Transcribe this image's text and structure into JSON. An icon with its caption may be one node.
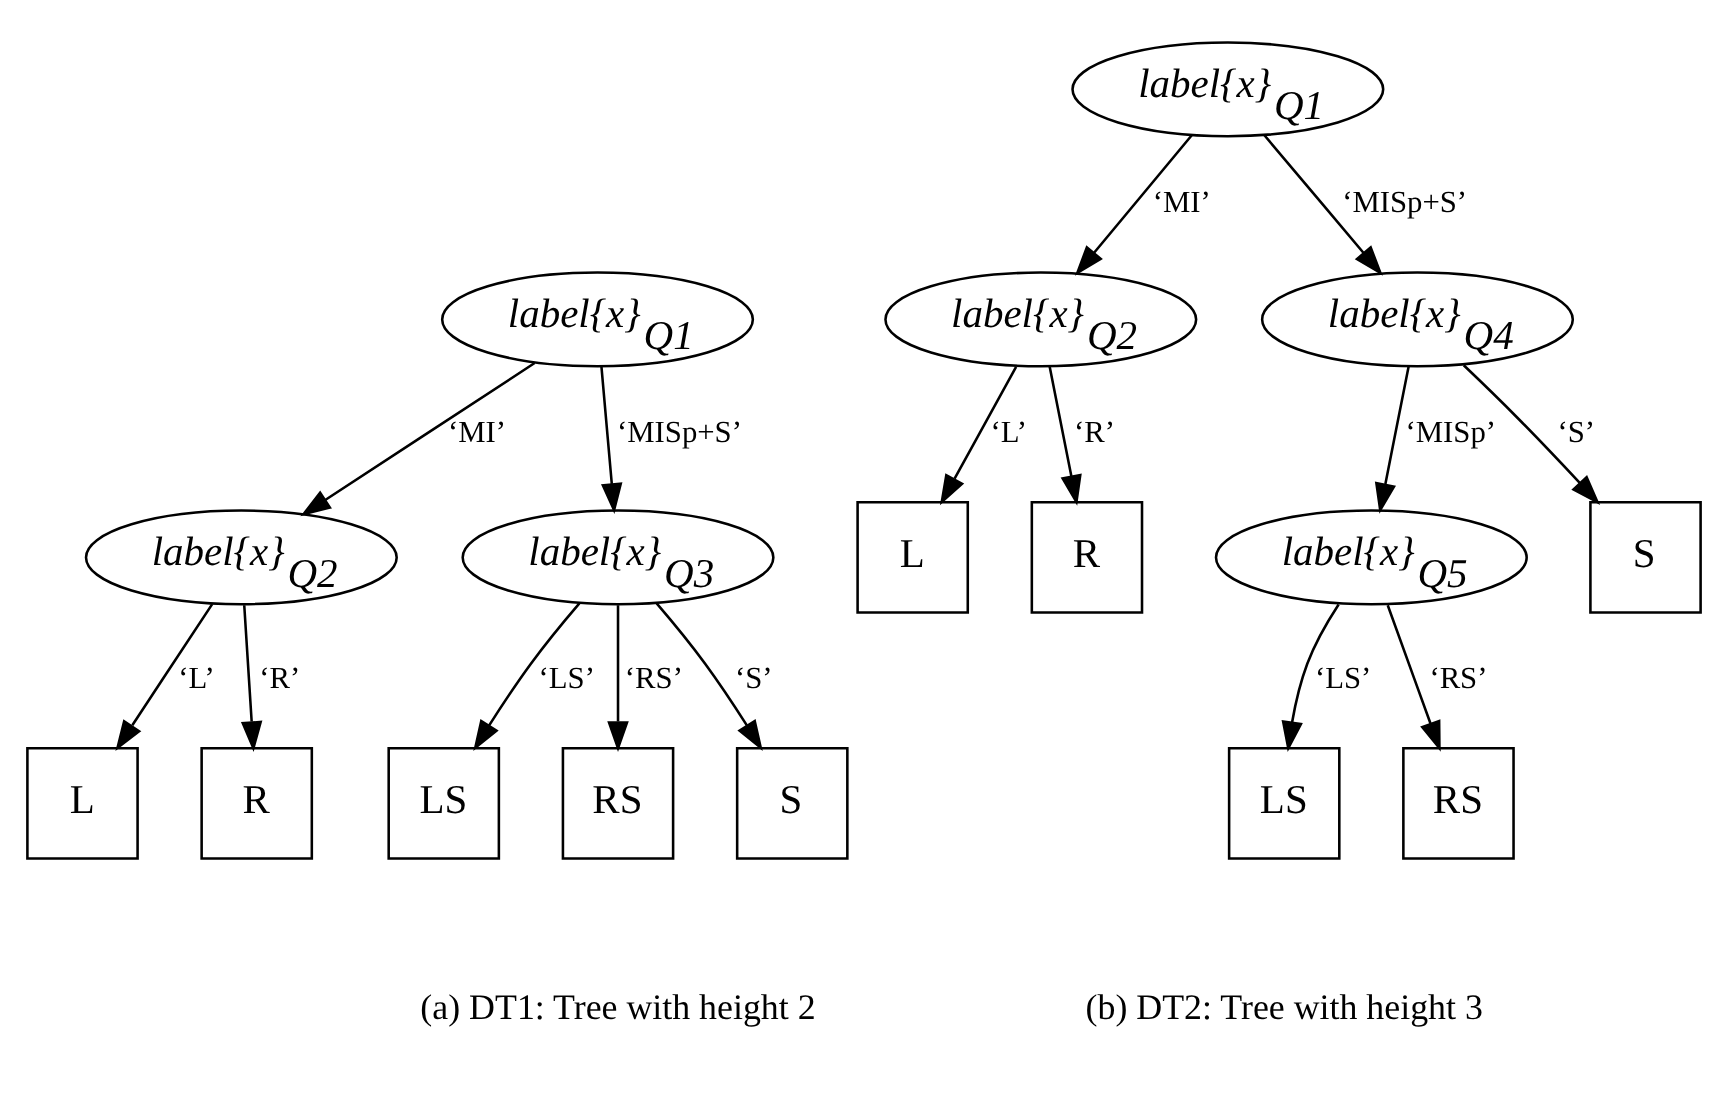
{
  "diagram": {
    "nodes": [
      {
        "text": [
          "label{x}$_{Q1}$"
        ]
      },
      {
        "text": [
          "label{x}$_{Q2}$"
        ]
      },
      {
        "text": [
          "label{x}$_{Q3}$"
        ]
      },
      {
        "text": [
          "L"
        ]
      },
      {
        "text": [
          "R"
        ]
      },
      {
        "text": [
          "LS"
        ]
      },
      {
        "text": [
          "RS"
        ]
      },
      {
        "text": [
          "S"
        ]
      },
      {
        "text": [
          "label{x}$_{Q1}$"
        ]
      },
      {
        "text": [
          "label{x}$_{Q2}$"
        ]
      },
      {
        "text": [
          "label{x}$_{Q4}$"
        ]
      },
      {
        "text": [
          "L"
        ]
      },
      {
        "text": [
          "R"
        ]
      },
      {
        "text": [
          "label{x}$_{Q5}$"
        ]
      },
      {
        "text": [
          "S"
        ]
      },
      {
        "text": [
          "LS"
        ]
      },
      {
        "text": [
          "RS"
        ]
      }
    ],
    "edges": [
      {
        "from": 0,
        "to": 1,
        "arrow": "to",
        "label": "‘MI’"
      },
      {
        "from": 0,
        "to": 2,
        "arrow": "to",
        "label": "‘MISp+S’"
      },
      {
        "from": 1,
        "to": 3,
        "arrow": "to",
        "label": "‘L’"
      },
      {
        "from": 1,
        "to": 4,
        "arrow": "to",
        "label": "‘R’"
      },
      {
        "from": 2,
        "to": 5,
        "arrow": "to",
        "label": "‘LS’"
      },
      {
        "from": 2,
        "to": 6,
        "arrow": "to",
        "label": "‘RS’"
      },
      {
        "from": 2,
        "to": 7,
        "arrow": "to",
        "label": "‘S’"
      },
      {
        "from": 8,
        "to": 9,
        "arrow": "to",
        "label": "‘MI’"
      },
      {
        "from": 8,
        "to": 10,
        "arrow": "to",
        "label": "‘MISp+S’"
      },
      {
        "from": 9,
        "to": 11,
        "arrow": "to",
        "label": "‘L’"
      },
      {
        "from": 9,
        "to": 12,
        "arrow": "to",
        "label": "‘R’"
      },
      {
        "from": 10,
        "to": 13,
        "arrow": "to",
        "label": "‘MISp’"
      },
      {
        "from": 10,
        "to": 14,
        "arrow": "to",
        "label": "‘S’"
      },
      {
        "from": 13,
        "to": 15,
        "arrow": "to",
        "label": "‘LS’"
      },
      {
        "from": 13,
        "to": 16,
        "arrow": "to",
        "label": "‘RS’"
      }
    ],
    "labels": [
      "(a) DT1: Tree with height 2",
      "(b) DT2: Tree with height 3"
    ]
  }
}
